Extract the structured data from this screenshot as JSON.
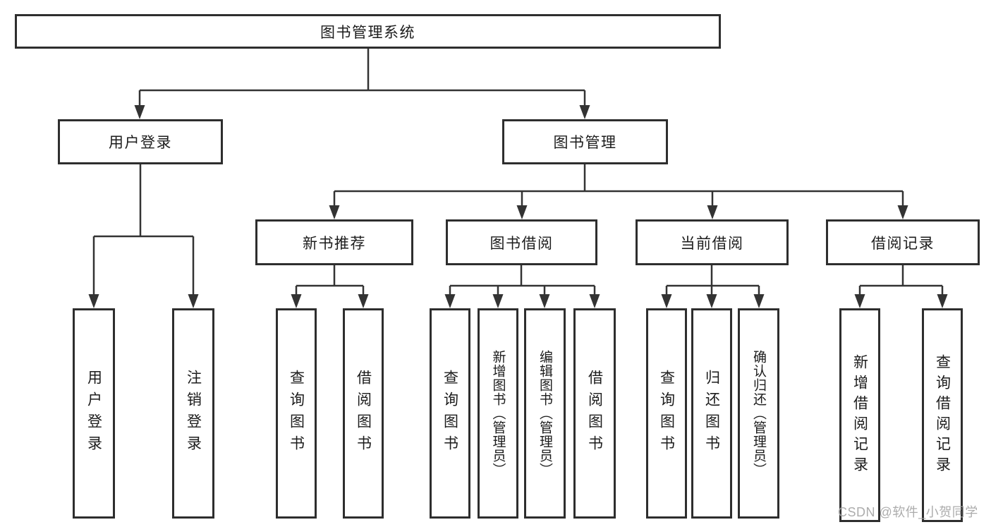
{
  "diagram": {
    "root": {
      "label": "图书管理系统"
    },
    "level2": [
      {
        "label": "用户登录"
      },
      {
        "label": "图书管理"
      }
    ],
    "level3": [
      {
        "label": "新书推荐"
      },
      {
        "label": "图书借阅"
      },
      {
        "label": "当前借阅"
      },
      {
        "label": "借阅记录"
      }
    ],
    "leaves": {
      "user_login": [
        {
          "label": "用户登录"
        },
        {
          "label": "注销登录"
        }
      ],
      "new_book_recommend": [
        {
          "label": "查询图书"
        },
        {
          "label": "借阅图书"
        }
      ],
      "book_borrowing": [
        {
          "label": "查询图书"
        },
        {
          "label": "新增图书（管理员）"
        },
        {
          "label": "编辑图书（管理员）"
        },
        {
          "label": "借阅图书"
        }
      ],
      "current_borrowing": [
        {
          "label": "查询图书"
        },
        {
          "label": "归还图书"
        },
        {
          "label": "确认归还（管理员）"
        }
      ],
      "borrowing_records": [
        {
          "label": "新增借阅记录"
        },
        {
          "label": "查询借阅记录"
        }
      ]
    }
  },
  "watermark": {
    "text": "CSDN @软件_小贺同学"
  },
  "colors": {
    "line": "#333333",
    "box_border": "#2e2e2e",
    "text": "#1c1c1c",
    "watermark": "#a5a5a5",
    "background": "#ffffff"
  }
}
